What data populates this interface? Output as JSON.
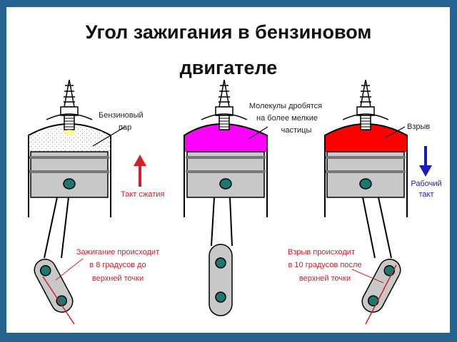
{
  "title": {
    "line1": "Угол зажигания в бензиновом",
    "line2": "двигателе"
  },
  "engines": [
    {
      "mixture_color": "#ffffff",
      "label": [
        "Бензиновый",
        "пар"
      ],
      "stroke_label": "Такт сжатия",
      "stroke_direction": "up",
      "stroke_color": "#d0202a",
      "note": [
        "Зажигание происходит",
        "в 8 градусов до",
        "верхней точки"
      ]
    },
    {
      "mixture_color": "#ff00ff",
      "label": [
        "Молекулы дробятся",
        "на более мелкие",
        "частицы"
      ]
    },
    {
      "mixture_color": "#ff0000",
      "label": [
        "Взрыв"
      ],
      "stroke_label": [
        "Рабочий",
        "такт"
      ],
      "stroke_direction": "down",
      "stroke_color": "#1a1ac0",
      "note": [
        "Взрыв происходит",
        "в 10 градусов после",
        "верхней точки"
      ]
    }
  ],
  "colors": {
    "border": "#26648f",
    "piston": "#c8c8c8",
    "pin": "#1a7a72",
    "note": "#d0202a"
  }
}
